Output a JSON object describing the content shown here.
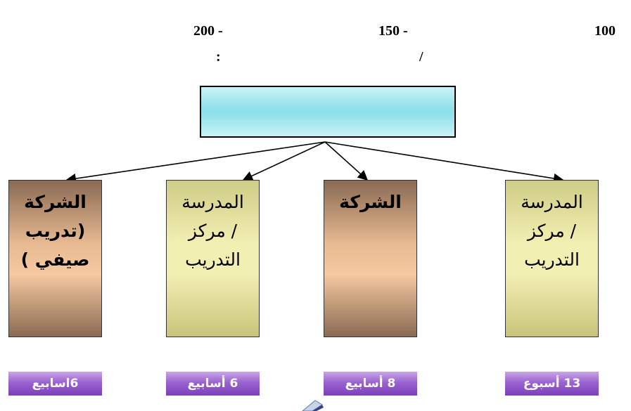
{
  "header": {
    "row1": [
      "200 -",
      "150 -",
      "100"
    ],
    "row2": [
      ":",
      "/"
    ]
  },
  "top_box": {
    "label": ""
  },
  "cards": [
    {
      "lines": [
        "الشركة",
        "(تدريب",
        "صيفي )"
      ],
      "color": "brown",
      "bold": true
    },
    {
      "lines": [
        "المدرسة",
        "/ مركز",
        "التدريب"
      ],
      "color": "olive",
      "bold": false
    },
    {
      "lines": [
        "الشركة"
      ],
      "color": "brown",
      "bold": true
    },
    {
      "lines": [
        "المدرسة",
        "/ مركز",
        "التدريب"
      ],
      "color": "olive",
      "bold": false
    }
  ],
  "durations": [
    "6اسابيع",
    "6 أسابيع",
    "8 أسابيع",
    "13 أسبوع"
  ],
  "colors": {
    "duration_bar": "#8a4fc4",
    "card_brown": "#e6b991",
    "card_olive": "#f2efb3",
    "top_box": "#8fe0ea"
  }
}
